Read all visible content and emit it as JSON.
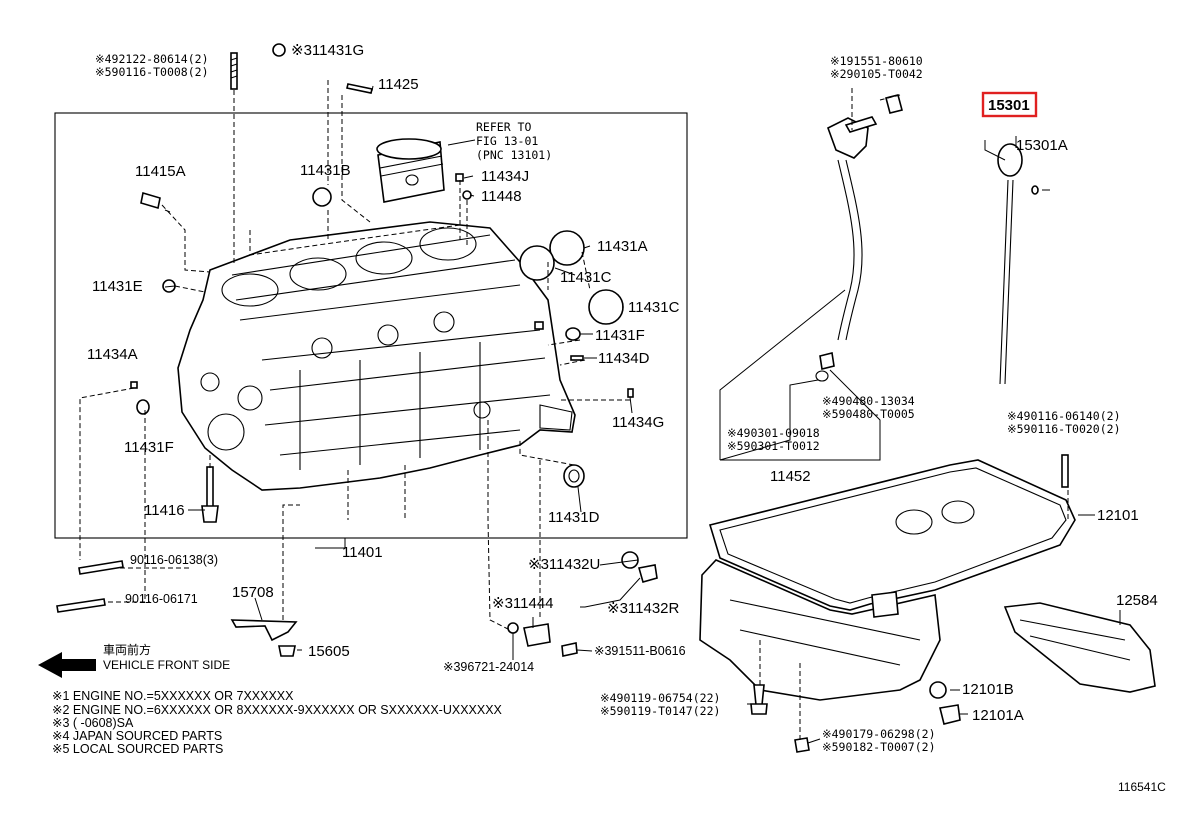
{
  "refer": {
    "line1": "REFER TO",
    "line2": "FIG 13-01",
    "line3": "(PNC 13101)"
  },
  "codes": {
    "c1a": "※492122-80614(2)",
    "c1b": "※590116-T0008(2)",
    "c2": "※311431G",
    "c3a": "※191551-80610",
    "c3b": "※290105-T0042",
    "c4a": "※490480-13034",
    "c4b": "※590480-T0005",
    "c5a": "※490301-09018",
    "c5b": "※590301-T0012",
    "c6a": "※490116-06140(2)",
    "c6b": "※590116-T0020(2)",
    "c7": "※311432U",
    "c8": "※311432R",
    "c9": "※311444",
    "c10": "※391511-B0616",
    "c11": "※396721-24014",
    "c12a": "※490119-06754(22)",
    "c12b": "※590119-T0147(22)",
    "c13a": "※490179-06298(2)",
    "c13b": "※590182-T0007(2)"
  },
  "parts": {
    "p11425": "11425",
    "p11431B": "11431B",
    "p11415A": "11415A",
    "p11434J": "11434J",
    "p11448": "11448",
    "p11431A": "11431A",
    "p11431C1": "11431C",
    "p11431C2": "11431C",
    "p11431E": "11431E",
    "p11431F1": "11431F",
    "p11434D": "11434D",
    "p11434A": "11434A",
    "p11434G": "11434G",
    "p11431F2": "11431F",
    "p11431D": "11431D",
    "p11416": "11416",
    "p11401": "11401",
    "p9013806": "90116-06138(3)",
    "p9017106": "90116-06171",
    "p15708": "15708",
    "p15605": "15605",
    "p15301": "15301",
    "p15301A": "15301A",
    "p11452": "11452",
    "p12101": "12101",
    "p12584": "12584",
    "p12101B": "12101B",
    "p12101A": "12101A"
  },
  "front": {
    "jp": "車両前方",
    "en": "VEHICLE FRONT SIDE"
  },
  "notes": [
    "※1 ENGINE NO.=5XXXXXX OR 7XXXXXX",
    "※2 ENGINE NO.=6XXXXXX OR 8XXXXXX-9XXXXXX OR SXXXXXX-UXXXXXX",
    "※3 (      -0608)SA",
    "※4 JAPAN SOURCED PARTS",
    "※5 LOCAL SOURCED PARTS"
  ],
  "figure_id": "116541C",
  "colors": {
    "highlight": "#e02020",
    "line": "#000000",
    "background": "#ffffff"
  }
}
